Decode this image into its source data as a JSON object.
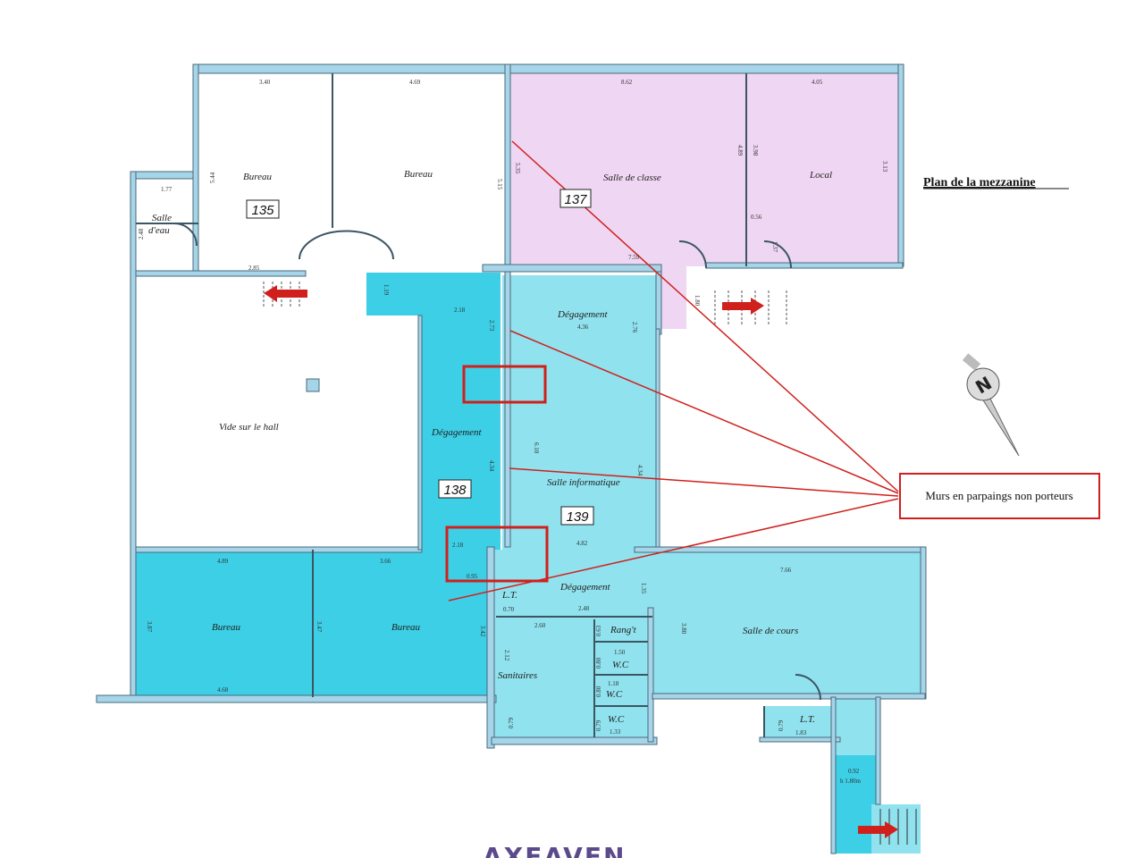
{
  "title": "Plan de la mezzanine",
  "callout": "Murs en parpaings non porteurs",
  "logo": "AXEAVEN",
  "colors": {
    "pink": "#efd6f2",
    "cyan_dark": "#3ccfe6",
    "cyan_light": "#8fe2ee",
    "accent_red": "#d0201c",
    "logo": "#5b4a8c"
  },
  "compass": "N",
  "rooms": {
    "bureau_135": {
      "label": "Bureau",
      "number": "135",
      "dims": [
        "3.40",
        "5.44",
        "2.85"
      ]
    },
    "bureau_2": {
      "label": "Bureau",
      "dims": [
        "4.69",
        "5.15"
      ]
    },
    "salle_eau": {
      "label1": "Salle",
      "label2": "d'eau",
      "dims": [
        "1.77",
        "2.48"
      ]
    },
    "salle_classe": {
      "label": "Salle de classe",
      "number": "137",
      "dims": [
        "8.62",
        "5.35",
        "4.89",
        "7.59"
      ]
    },
    "local": {
      "label": "Local",
      "dims": [
        "4.05",
        "3.98",
        "3.13",
        "0.56",
        "1.37",
        "1.80"
      ]
    },
    "vide": {
      "label": "Vide  sur  le  hall"
    },
    "degagement_138": {
      "label": "Dégagement",
      "number": "138",
      "dims": [
        "1.19",
        "2.18",
        "2.73",
        "4.34",
        "2.18",
        "0.95"
      ]
    },
    "degagement_top": {
      "label": "Dégagement",
      "dims": [
        "4.36",
        "2.76"
      ]
    },
    "salle_info": {
      "label": "Salle informatique",
      "number": "139",
      "dims": [
        "6.10",
        "4.34",
        "4.82"
      ]
    },
    "bureau_bl": {
      "label": "Bureau",
      "dims": [
        "4.89",
        "3.87",
        "4.68"
      ]
    },
    "bureau_bm": {
      "label": "Bureau",
      "dims": [
        "3.66",
        "3.47",
        "3.42"
      ]
    },
    "degagement_bottom": {
      "label": "Dégagement",
      "dims": [
        "2.48",
        "1.35"
      ]
    },
    "lt_1": {
      "label": "L.T.",
      "dims": [
        "0.70"
      ]
    },
    "sanitaires": {
      "label": "Sanitaires",
      "dims": [
        "2.60",
        "2.12",
        "0.79"
      ]
    },
    "rangt": {
      "label": "Rang't",
      "dims": [
        "0.63"
      ]
    },
    "wc1": {
      "label": "W.C",
      "dims": [
        "1.50",
        "0.80"
      ]
    },
    "wc2": {
      "label": "W.C",
      "dims": [
        "1.18",
        "0.80"
      ]
    },
    "wc3": {
      "label": "W.C",
      "dims": [
        "1.33",
        "0.79"
      ]
    },
    "salle_cours": {
      "label": "Salle de  cours",
      "dims": [
        "7.66",
        "3.80"
      ]
    },
    "lt_2": {
      "label": "L.T.",
      "dims": [
        "1.83",
        "0.79"
      ]
    },
    "stair": {
      "dims": [
        "0.92",
        "h 1.80m"
      ]
    }
  }
}
